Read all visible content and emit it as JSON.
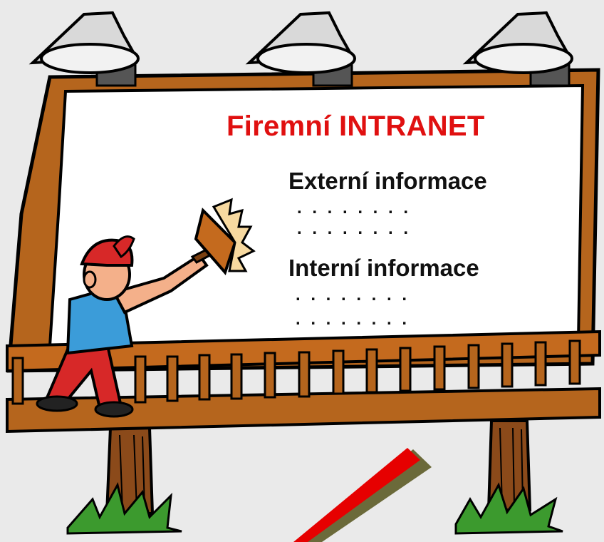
{
  "billboard": {
    "title": "Firemní INTRANET",
    "sections": [
      {
        "heading": "Externí informace",
        "items": [
          ". . . . . . . .",
          ". . . . . . . ."
        ]
      },
      {
        "heading": "Interní informace",
        "items": [
          ". . . . . . . .",
          ". . . . . . . ."
        ]
      }
    ]
  },
  "colors": {
    "title": "#e01010",
    "text": "#111111",
    "board_face": "#ffffff",
    "wood": "#b5651d",
    "wood_dark": "#7a3f10",
    "grass": "#3c9a2e",
    "pen_red": "#e60000",
    "pen_olive": "#6b6a3a"
  },
  "icons": [
    "spotlight-lamp",
    "painter-worker",
    "paste-brush",
    "grass-tuft",
    "red-pen-stroke"
  ]
}
